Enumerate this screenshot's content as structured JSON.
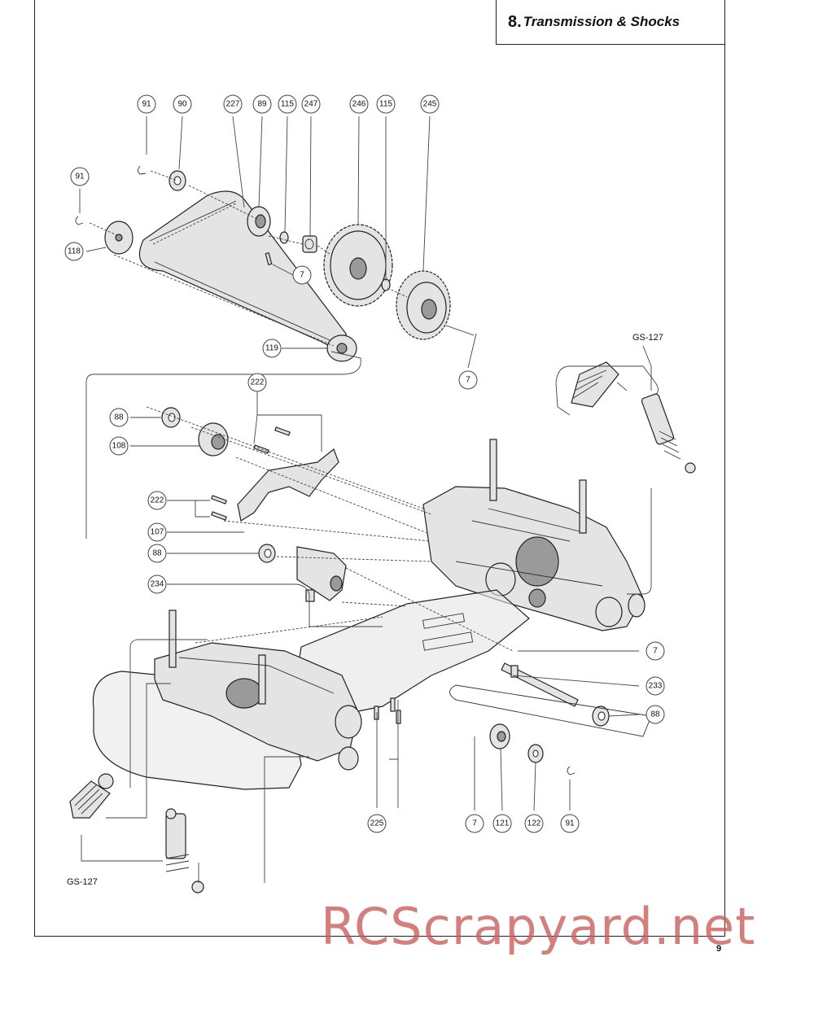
{
  "header": {
    "section_number": "8.",
    "section_title": "Transmission & Shocks"
  },
  "callouts": {
    "c91_top": "91",
    "c90": "90",
    "c227": "227",
    "c89": "89",
    "c115_a": "115",
    "c247": "247",
    "c246": "246",
    "c115_b": "115",
    "c245": "245",
    "c91_left": "91",
    "c118": "118",
    "c7_a": "7",
    "c119": "119",
    "c7_b": "7",
    "c222_top": "222",
    "c88_a": "88",
    "c108": "108",
    "c222_mid": "222",
    "c107": "107",
    "c88_b": "88",
    "c234": "234",
    "c7_c": "7",
    "c233": "233",
    "c88_c": "88",
    "c225": "225",
    "c7_d": "7",
    "c121": "121",
    "c122": "122",
    "c91_bottom": "91"
  },
  "labels": {
    "gs127_top": "GS-127",
    "gs127_bottom": "GS-127"
  },
  "footer": {
    "page_number": "9",
    "watermark": "RCScrapyard.net"
  }
}
